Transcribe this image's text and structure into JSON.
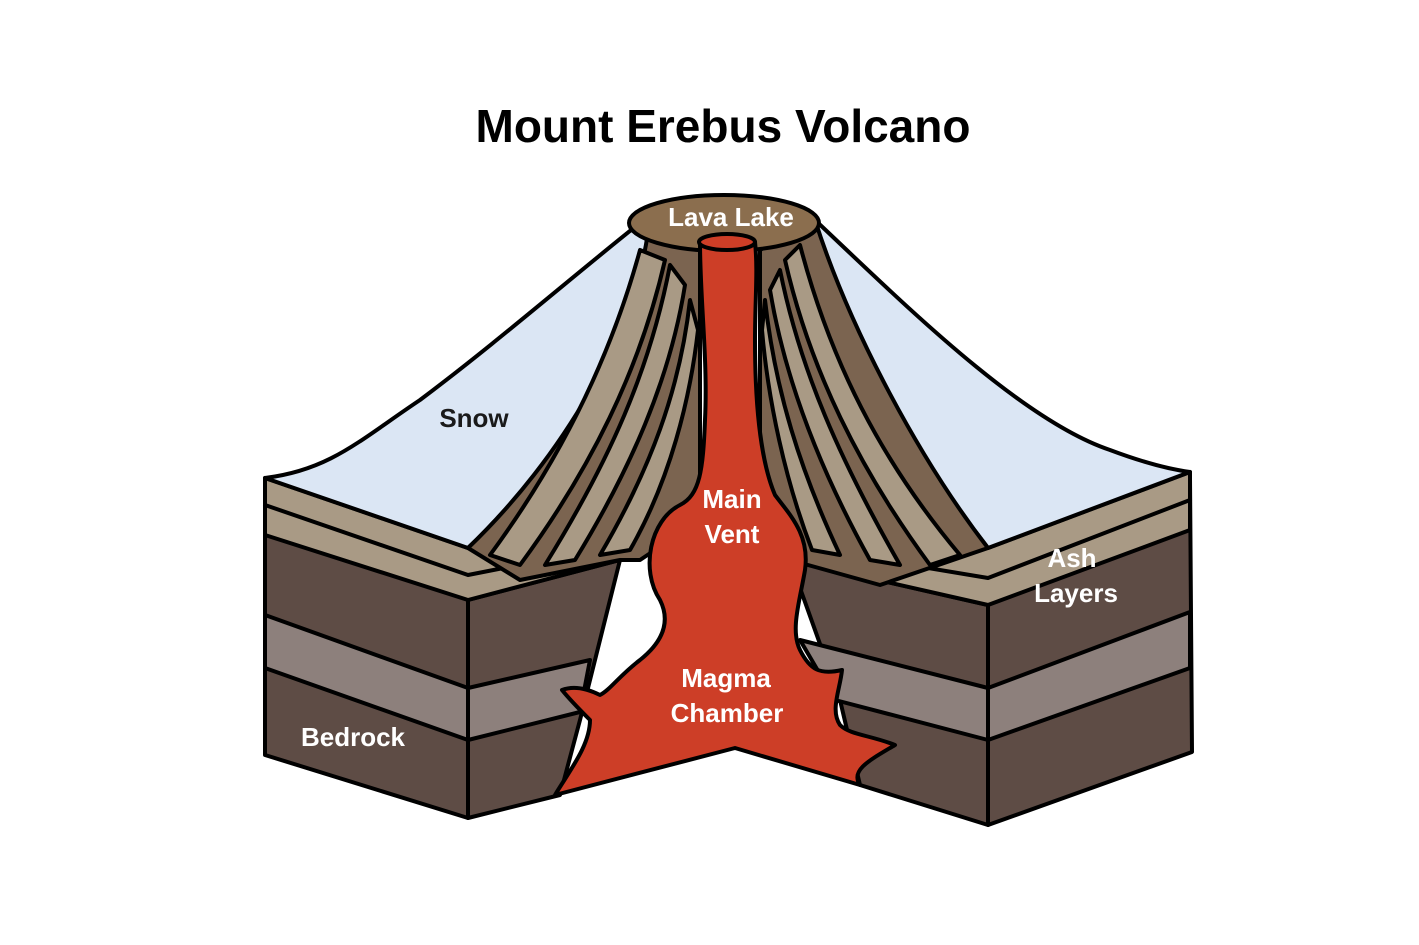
{
  "title": "Mount Erebus Volcano",
  "labels": {
    "lava_lake": "Lava Lake",
    "snow": "Snow",
    "main_vent_line1": "Main",
    "main_vent_line2": "Vent",
    "ash_line1": "Ash",
    "ash_line2": "Layers",
    "magma_line1": "Magma",
    "magma_line2": "Chamber",
    "bedrock": "Bedrock"
  },
  "colors": {
    "snow": "#dbe6f4",
    "ash_light": "#a99a85",
    "ash_dark": "#7b6450",
    "bedrock_dark": "#5e4c45",
    "bedrock_light": "#8d807c",
    "lava": "#cd3e27",
    "lava_lake": "#8b6e4e",
    "outline": "#000000",
    "label_dark": "#1a1a1a",
    "label_light": "#ffffff"
  }
}
